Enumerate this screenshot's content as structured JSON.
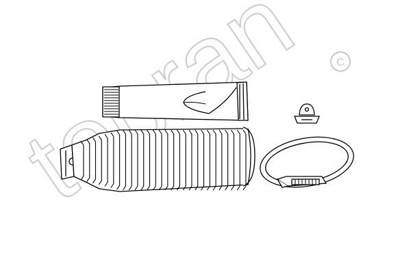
{
  "watermark": {
    "text": "topran",
    "copyright_symbol": "©",
    "color": "#d0d0d0"
  },
  "parts": [
    {
      "name": "grease-tube",
      "icon": "grease-tube-icon"
    },
    {
      "name": "bellows-boot",
      "icon": "bellows-boot-icon"
    },
    {
      "name": "small-clip",
      "icon": "clip-icon"
    },
    {
      "name": "hose-clamp",
      "icon": "clamp-band-icon"
    }
  ],
  "colors": {
    "line": "#000000",
    "background": "#ffffff"
  }
}
